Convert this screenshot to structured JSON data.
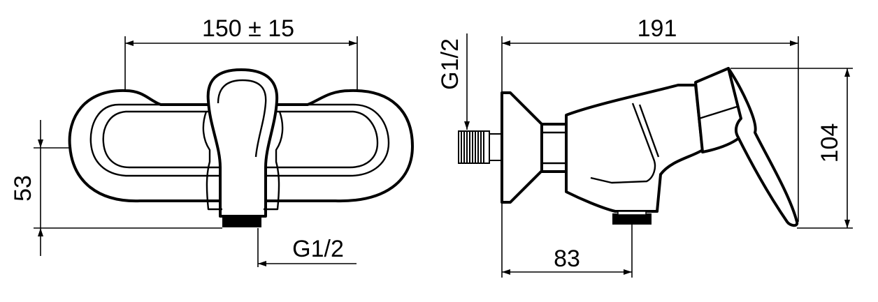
{
  "dimensions": {
    "front_width": "150 ± 15",
    "front_height": "53",
    "front_thread": "G1/2",
    "side_length": "191",
    "side_height": "104",
    "side_thread_in": "G1/2",
    "side_outlet_offset": "83"
  },
  "colors": {
    "line": "#000000",
    "background": "#ffffff"
  }
}
